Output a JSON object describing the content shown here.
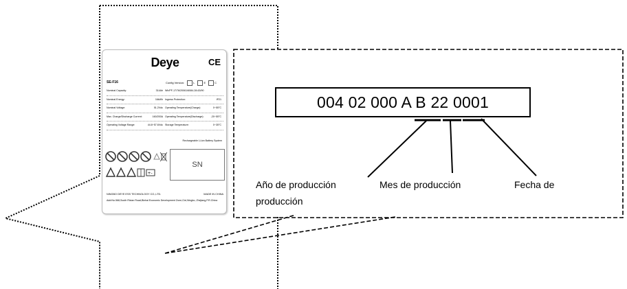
{
  "code": {
    "value": "004 02 000 A B 22 0001"
  },
  "callouts": {
    "year_line1": "Año de producción",
    "year_line2": "producción",
    "month": "Mes de producción",
    "date": "Fecha de"
  },
  "label": {
    "brand": "Deye",
    "ce_mark": "CE",
    "model": "SE-F16",
    "config_version": "Config Version:",
    "config_options": [
      "L",
      "E",
      "C"
    ],
    "specs": [
      {
        "name": "Nominal Capacity:",
        "value": "314Ah",
        "name2": "Wh/PF-17/76/20061/6084-28-63/90",
        "value2": ""
      },
      {
        "name": "Nominal Energy:",
        "value": "16kWh",
        "name2": "Ingress Protection:",
        "value2": "IP21"
      },
      {
        "name": "Nominal Voltage:",
        "value": "51.2Vdc",
        "name2": "Operating Temperature(Charge):",
        "value2": "0~55°C"
      },
      {
        "name": "Max. Charge/Discharge Current:",
        "value": "160/200A",
        "name2": "Operating Temperature(Discharge):",
        "value2": "-20~55°C"
      },
      {
        "name": "Operating Voltage Range:",
        "value": "44.8~57.6Vdc",
        "name2": "Storage Temperature:",
        "value2": "0~35°C"
      }
    ],
    "system_type": "Rechargeable Li-ion Battery System",
    "sn": "SN",
    "company": "NINGBO DEYE ESS TECHNOLOGY CO.,LTD.",
    "made_in": "MADE IN CHINA",
    "address": "Add:No.568,South Rixian Road,Binhai Economic Development Zone,Cixi,Ningbo, Zhejiang,P.R.China",
    "icons": [
      "no-open-icon",
      "no-fire-icon",
      "no-water-icon",
      "no-short-icon",
      "recycle-icon",
      "wheelie-bin-icon",
      "warning-icon",
      "electric-warning-icon",
      "battery-warning-icon",
      "manual-icon",
      "battery-polarity-icon"
    ]
  },
  "colors": {
    "line": "#000000",
    "label_border": "#bbbbbb"
  }
}
